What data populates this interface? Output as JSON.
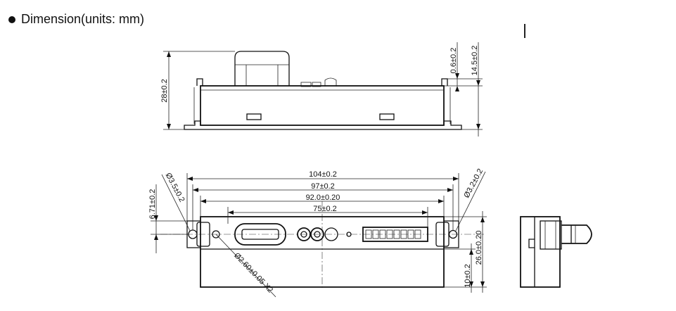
{
  "heading": {
    "text": "Dimension(units: mm)"
  },
  "side_view": {
    "height": "28±0.2",
    "top_gap": "0.6±0.2",
    "top_height": "14.5±0.2"
  },
  "front_view": {
    "hole_left": "Ø3.5±0.2",
    "hole_right": "Ø3.2±0.2",
    "overall_length": "104±0.2",
    "hole_spacing": "97±0.2",
    "body_length": "92.0±0.20",
    "window_length": "75±0.2",
    "hole_offset": "6.71±0.2",
    "pin_hole": "Ø2.60±0.05 X2",
    "body_height": "26.0±0.20",
    "lower_height": "10±0.2"
  }
}
